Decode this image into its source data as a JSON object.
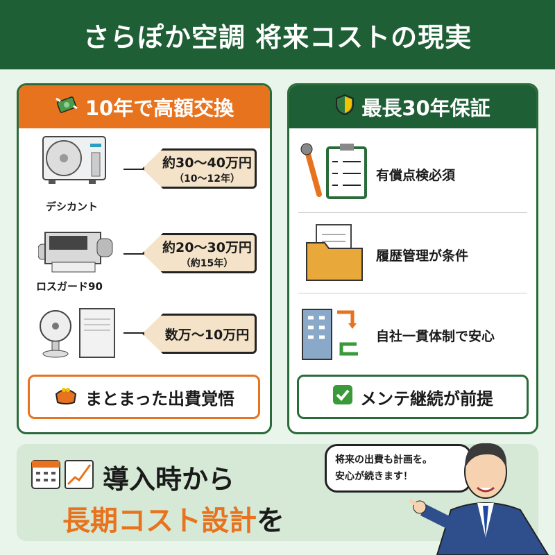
{
  "header": {
    "title": "さらぽか空調 将来コストの現実"
  },
  "left_panel": {
    "title": "10年で高額交換",
    "items": [
      {
        "name": "デシカント",
        "price": "約30〜40万円",
        "period": "（10〜12年）"
      },
      {
        "name": "ロスガード90",
        "price": "約20〜30万円",
        "period": "（約15年）"
      },
      {
        "name": "",
        "price": "数万〜10万円",
        "period": ""
      }
    ],
    "footer": "まとまった出費覚悟"
  },
  "right_panel": {
    "title": "最長30年保証",
    "items": [
      {
        "label": "有償点検必須"
      },
      {
        "label": "履歴管理が条件"
      },
      {
        "label": "自社一貫体制で安心"
      }
    ],
    "footer": "メンテ継続が前提"
  },
  "bottom": {
    "line1": "導入時から",
    "line2_highlight": "長期コスト設計",
    "line2_tail": "を"
  },
  "speech": {
    "line1": "将来の出費も計画を。",
    "line2": "安心が続きます！"
  },
  "colors": {
    "green": "#1f5f36",
    "orange": "#e8731e",
    "bg": "#e9f4ea"
  }
}
